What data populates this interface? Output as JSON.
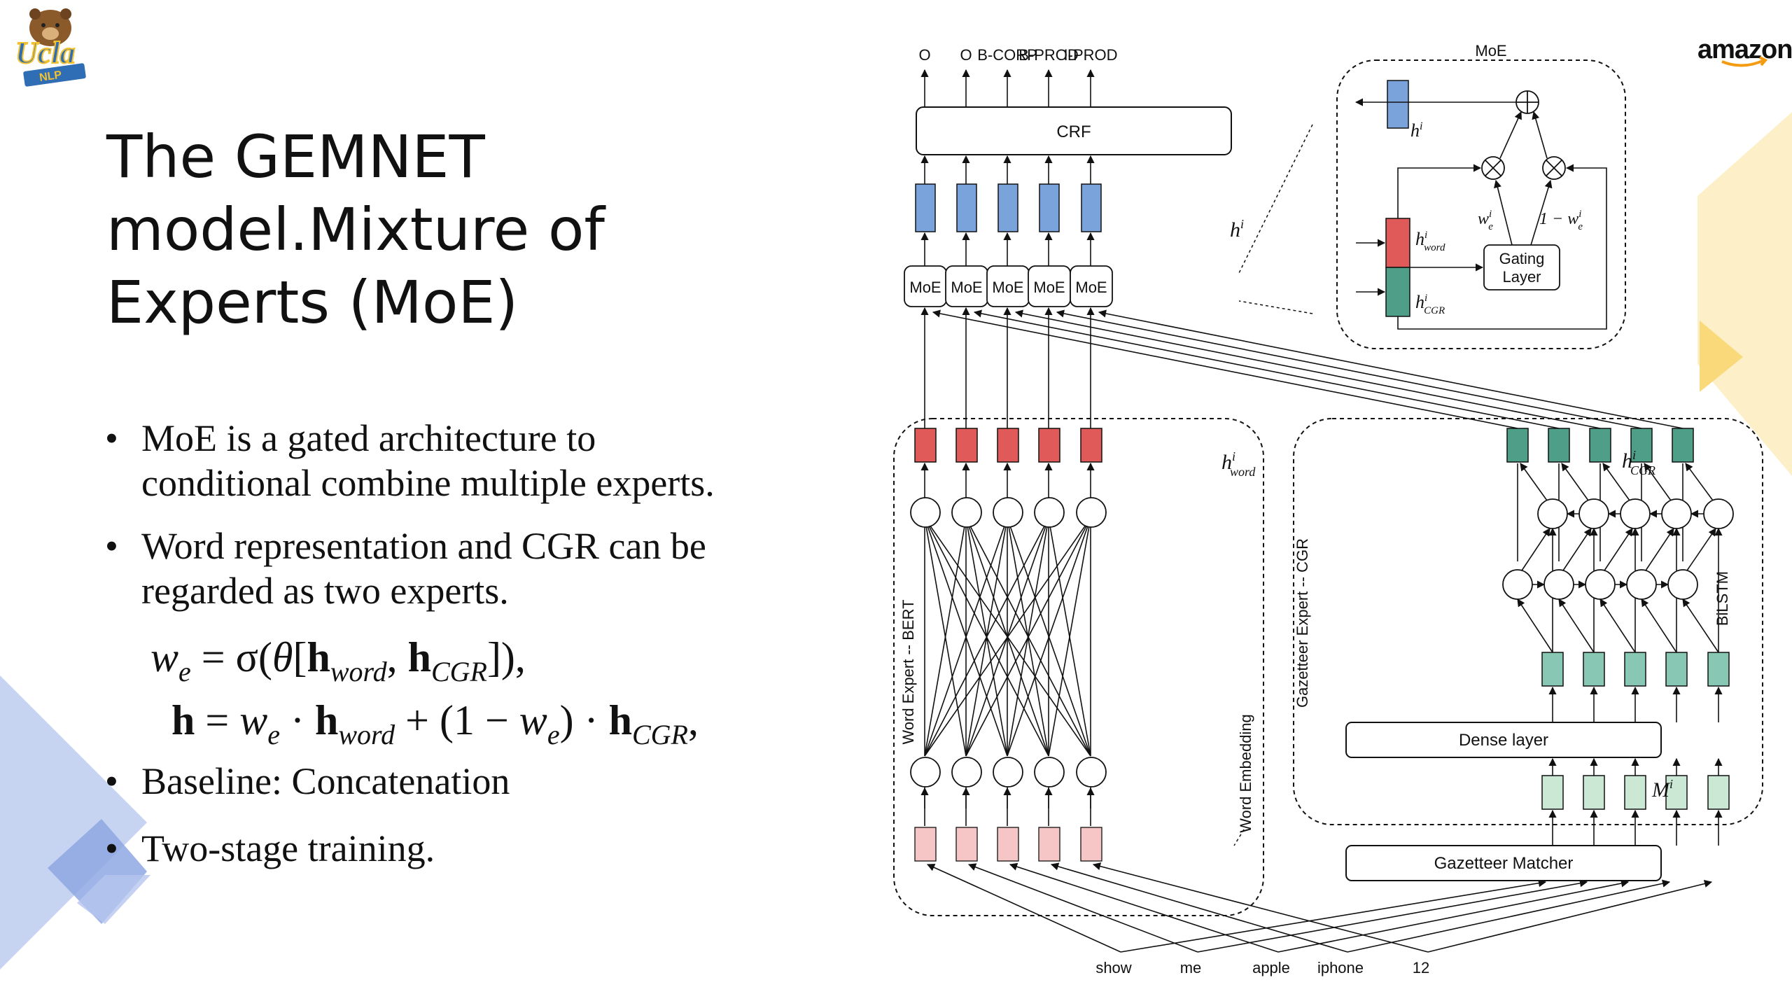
{
  "slide": {
    "title": "The GEMNET model.Mixture of Experts (MoE)",
    "title_lines": [
      "The GEMNET",
      "model.Mixture of",
      "Experts (MoE)"
    ],
    "bullets": [
      "MoE is a gated architecture to conditional combine multiple experts.",
      "Word representation and CGR can be regarded as two experts.",
      "Baseline: Concatenation",
      "Two-stage training."
    ],
    "bullet_lines": {
      "b1": [
        "MoE is a gated architecture to",
        "conditional combine multiple experts."
      ],
      "b2": [
        "Word representation and CGR can be",
        "regarded as two experts."
      ]
    },
    "bullet_symbol": "•",
    "equations": {
      "eq1": "we = σ(θ[hword, hCGR]),",
      "eq2": "h = we · hword + (1 − we) · hCGR,"
    }
  },
  "logos": {
    "left": "UCLA NLP",
    "left_text": [
      "Ucla",
      "NLP"
    ],
    "right": "amazon"
  },
  "diagram": {
    "output_labels": [
      "O",
      "O",
      "B-CORP",
      "B-PROD",
      "I-PROD"
    ],
    "crf_label": "CRF",
    "moe_labels": [
      "MoE",
      "MoE",
      "MoE",
      "MoE",
      "MoE"
    ],
    "hi_label": "h",
    "hi_sup": "i",
    "hword_label": "h",
    "hword_sup": "i",
    "hword_sub": "word",
    "hcgr_sub": "CGR",
    "word_expert_label": "Word Expert -- BERT",
    "word_embedding_label": "Word Embedding",
    "gazetteer_expert_label": "Gazetteer Expert -- CGR",
    "bilstm_label": "BiLSTM",
    "dense_layer_label": "Dense layer",
    "mi_label": "M",
    "mi_sup": "i",
    "gazetteer_matcher_label": "Gazetteer Matcher",
    "input_words": [
      "show",
      "me",
      "apple",
      "iphone",
      "12"
    ],
    "moe_inset": {
      "title": "MoE",
      "gating_label_1": "Gating",
      "gating_label_2": "Layer",
      "we_label": "w",
      "we_sub": "e",
      "we_sup": "i",
      "one_minus_label": "1 −",
      "plus_symbol": "+",
      "times_symbol": "×"
    }
  },
  "colors": {
    "blue_box": "#7aa3dc",
    "red_box": "#e05a5a",
    "pink_box": "#f6c6c6",
    "dark_green_box": "#4f9e88",
    "mid_green_box": "#88c7b3",
    "light_green_box": "#cbe8d4",
    "background_shape_blue": "#b9c9ee",
    "background_shape_yellow": "#fbe6a8"
  }
}
